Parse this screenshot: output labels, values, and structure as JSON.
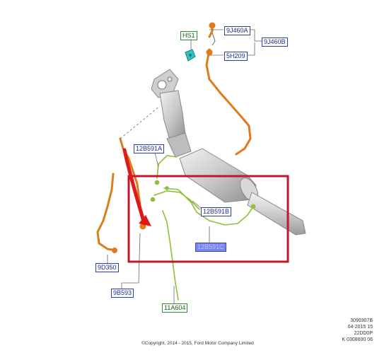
{
  "callouts": {
    "hs1": "HS1",
    "j460a": "9J460A",
    "j460b": "9J460B",
    "h209": "5H209",
    "b591a": "12B591A",
    "b591b": "12B591B",
    "b591c": "12B591C",
    "d350": "9D350",
    "b593": "9B593",
    "a604": "11A604"
  },
  "meta": {
    "line1": "3090307B",
    "line2": "04-2015 15",
    "line3": "22DD0P",
    "line4": "K 0308600 06"
  },
  "copyright": "©Copyright, 2014 - 2015, Ford Motor Company Limited",
  "colors": {
    "wire": "#e07a1a",
    "harness": "#8fbf3a",
    "highlight_box": "#c0182a",
    "arrow": "#e01818",
    "callout_blue": "#2b3fae",
    "callout_green": "#2e8b2e"
  }
}
